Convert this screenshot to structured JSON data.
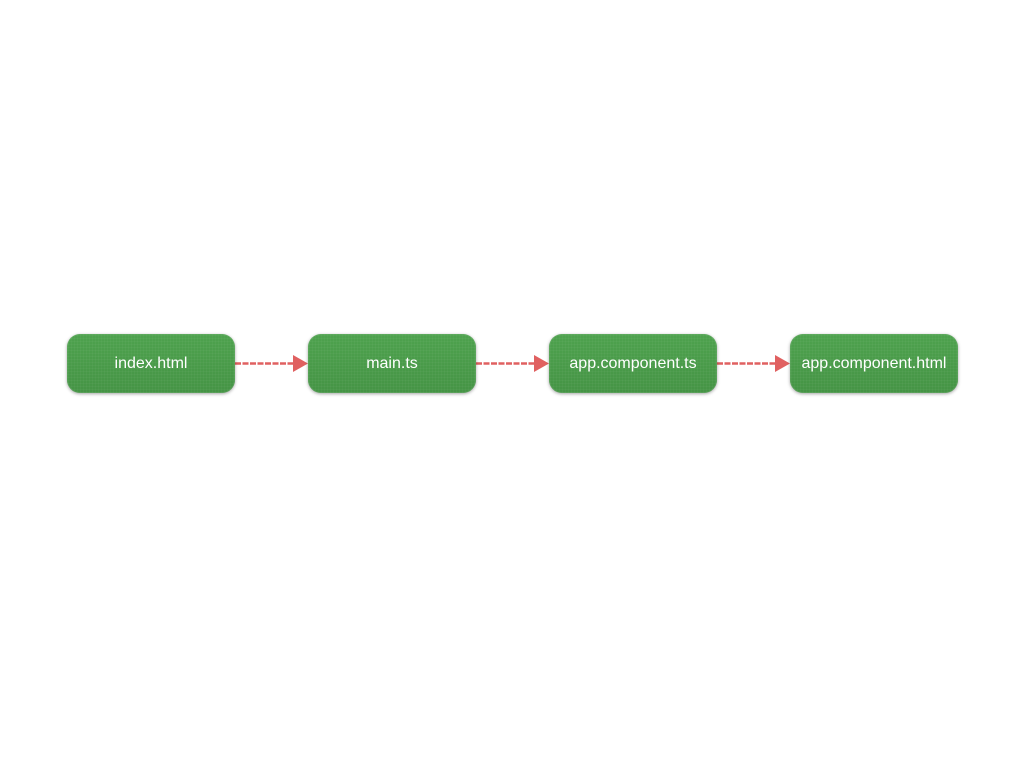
{
  "diagram": {
    "nodes": [
      {
        "label": "index.html"
      },
      {
        "label": "main.ts"
      },
      {
        "label": "app.component.ts"
      },
      {
        "label": "app.component.html"
      }
    ],
    "edges": [
      {
        "from": 0,
        "to": 1
      },
      {
        "from": 1,
        "to": 2
      },
      {
        "from": 2,
        "to": 3
      }
    ],
    "colors": {
      "node_fill": "#489a48",
      "node_text": "#ffffff",
      "arrow": "#e06060"
    }
  }
}
